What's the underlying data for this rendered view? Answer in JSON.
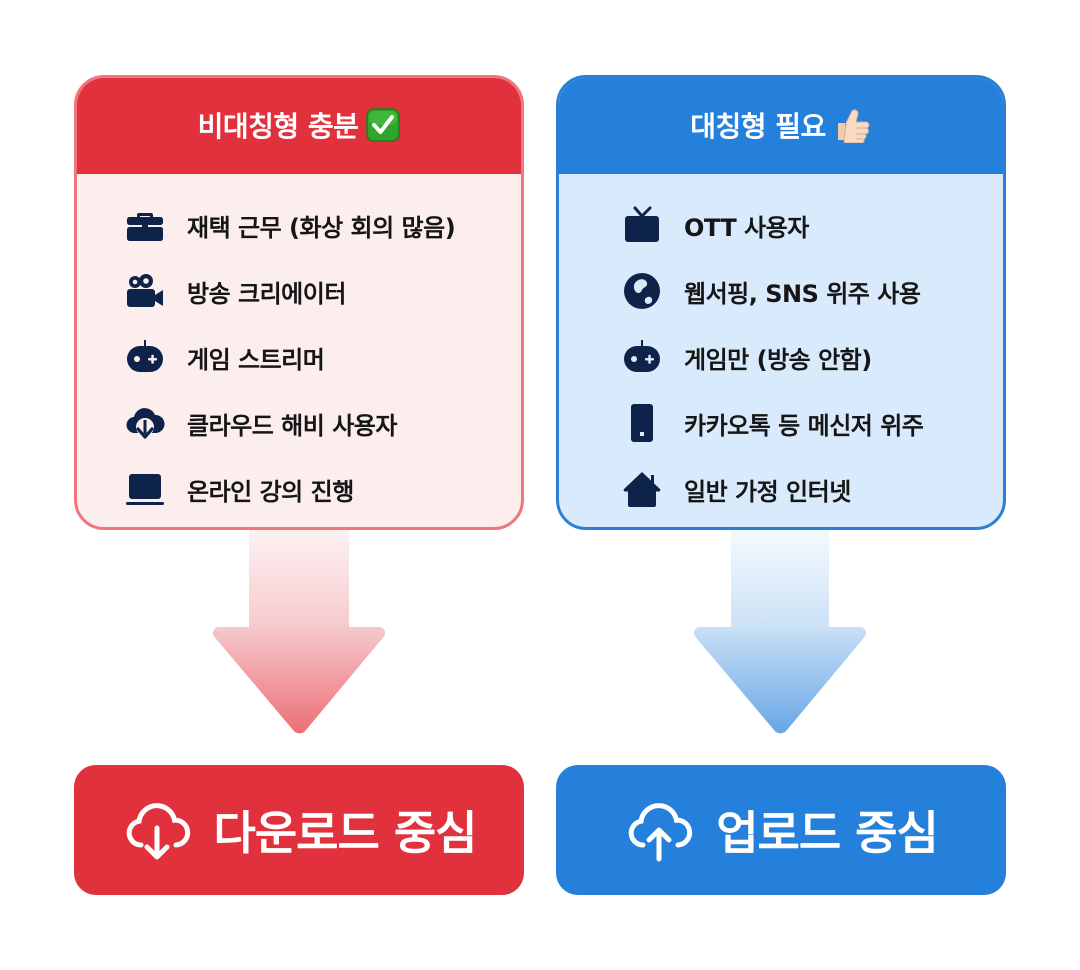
{
  "colors": {
    "red": "#e0313c",
    "red_border": "#f0767c",
    "red_bg": "#fdeeee",
    "blue": "#2480da",
    "blue_border": "#2b80d6",
    "blue_bg": "#d8eafb",
    "icon": "#0d2349",
    "text": "#161616"
  },
  "left_card": {
    "title": "비대칭형 충분",
    "title_emoji": "check-mark-button-emoji",
    "items": [
      {
        "icon": "briefcase-icon",
        "label": "재택 근무 (화상 회의 많음)"
      },
      {
        "icon": "video-camera-icon",
        "label": "방송 크리에이터"
      },
      {
        "icon": "game-controller-icon",
        "label": "게임 스트리머"
      },
      {
        "icon": "cloud-download-icon",
        "label": "클라우드 해비 사용자"
      },
      {
        "icon": "laptop-icon",
        "label": "온라인 강의 진행"
      }
    ]
  },
  "right_card": {
    "title": "대칭형 필요",
    "title_emoji": "thumbs-up-emoji",
    "items": [
      {
        "icon": "tv-icon",
        "label": "OTT 사용자"
      },
      {
        "icon": "globe-icon",
        "label": "웹서핑, SNS 위주 사용"
      },
      {
        "icon": "game-controller-icon",
        "label": "게임만 (방송 안함)"
      },
      {
        "icon": "smartphone-icon",
        "label": "카카오톡 등 메신저 위주"
      },
      {
        "icon": "house-icon",
        "label": "일반 가정 인터넷"
      }
    ]
  },
  "left_result": {
    "icon": "cloud-download-outline-icon",
    "label": "다운로드 중심"
  },
  "right_result": {
    "icon": "cloud-upload-outline-icon",
    "label": "업로드 중심"
  }
}
